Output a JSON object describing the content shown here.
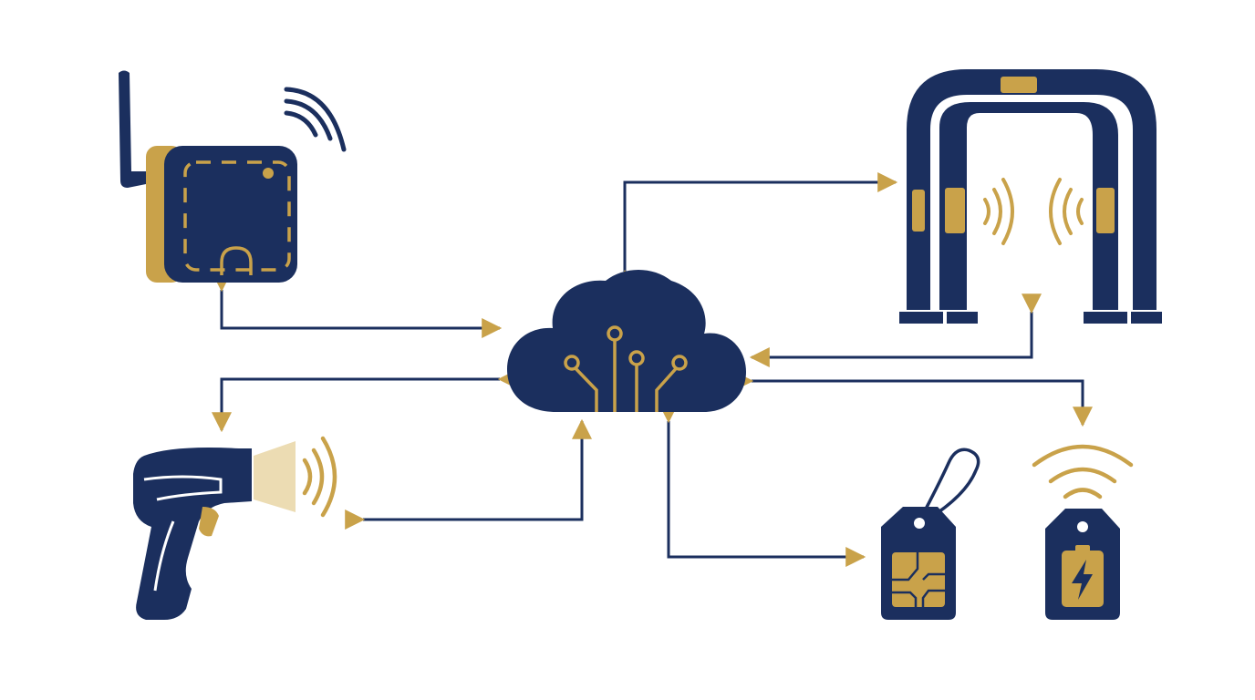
{
  "diagram": {
    "title": "",
    "colors": {
      "navy": "#1b2f5e",
      "gold": "#c9a24a",
      "beam": "#ecdcb3",
      "background": "#ffffff"
    },
    "nodes": [
      {
        "id": "cloud",
        "icon": "cloud-circuit-icon"
      },
      {
        "id": "reader",
        "icon": "rfid-reader-router-icon"
      },
      {
        "id": "gate",
        "icon": "rfid-gate-portal-icon"
      },
      {
        "id": "scanner",
        "icon": "handheld-scanner-icon"
      },
      {
        "id": "passive-tag",
        "icon": "passive-rfid-tag-icon"
      },
      {
        "id": "active-tag",
        "icon": "active-battery-tag-icon"
      }
    ],
    "links": [
      {
        "from": "cloud",
        "to": "reader",
        "direction": "bidirectional"
      },
      {
        "from": "cloud",
        "to": "gate",
        "direction": "bidirectional"
      },
      {
        "from": "cloud",
        "to": "scanner",
        "direction": "bidirectional"
      },
      {
        "from": "cloud",
        "to": "passive-tag",
        "direction": "bidirectional"
      },
      {
        "from": "cloud",
        "to": "active-tag",
        "direction": "bidirectional"
      }
    ]
  }
}
